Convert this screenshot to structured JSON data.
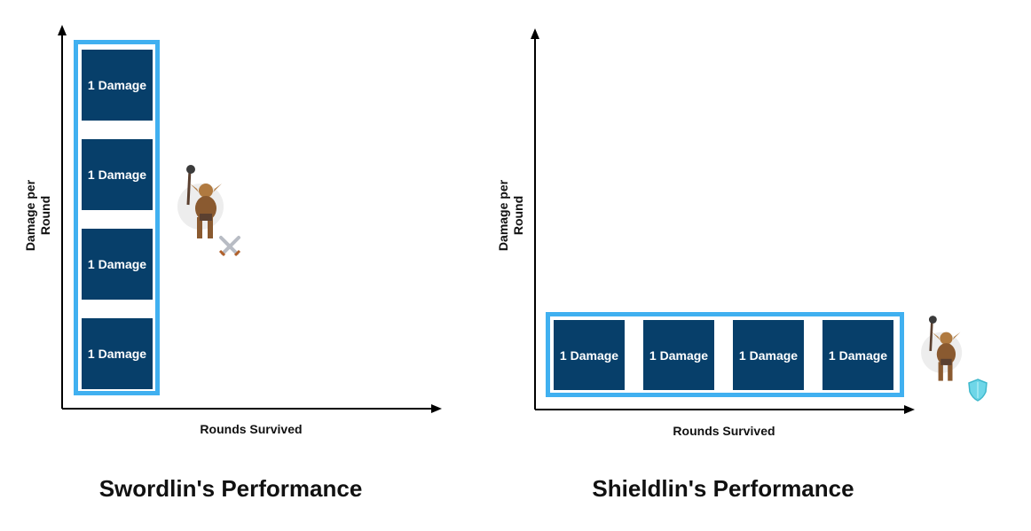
{
  "panels": [
    {
      "title": "Swordlin's Performance",
      "y_axis_label": "Damage per Round",
      "x_axis_label": "Rounds Survived",
      "orientation": "vertical",
      "blocks": [
        "1 Damage",
        "1 Damage",
        "1 Damage",
        "1 Damage"
      ],
      "character_icon": "goblin-with-mace",
      "badge_icon": "crossed-swords-icon"
    },
    {
      "title": "Shieldlin's Performance",
      "y_axis_label": "Damage per Round",
      "x_axis_label": "Rounds Survived",
      "orientation": "horizontal",
      "blocks": [
        "1 Damage",
        "1 Damage",
        "1 Damage",
        "1 Damage"
      ],
      "character_icon": "goblin-with-mace",
      "badge_icon": "shield-icon"
    }
  ],
  "colors": {
    "block_fill": "#073f6a",
    "group_border": "#40b0f0",
    "axis": "#000000",
    "shield": "#6fd6e8"
  }
}
